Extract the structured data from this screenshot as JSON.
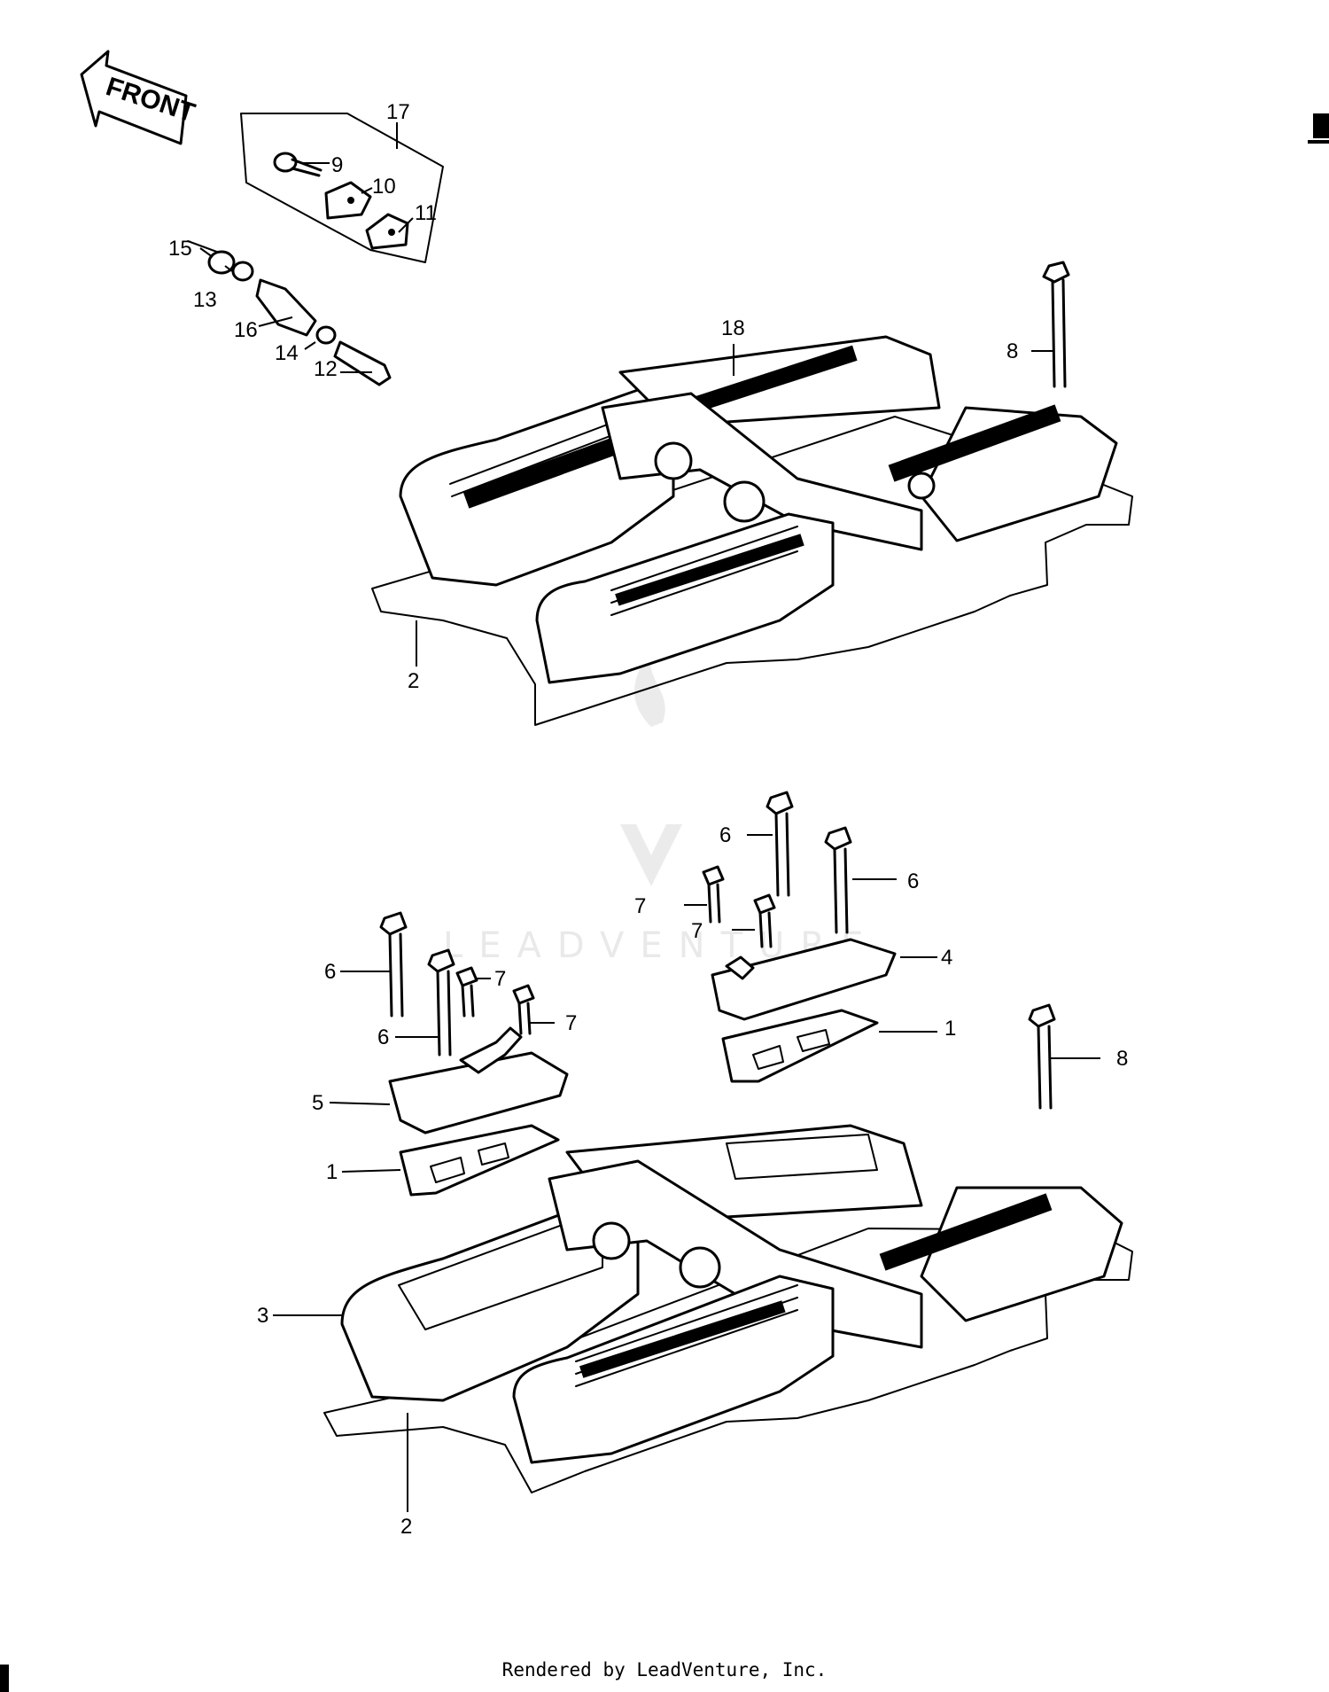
{
  "diagram": {
    "front_label": "FRONT",
    "watermark_text": "LEADVENTURE",
    "footer": "Rendered by LeadVenture, Inc.",
    "callouts": {
      "c17": "17",
      "c9": "9",
      "c10": "10",
      "c11": "11",
      "c15": "15",
      "c13": "13",
      "c16": "16",
      "c14": "14",
      "c12": "12",
      "c18": "18",
      "c8_top": "8",
      "c2_top": "2",
      "c6_a": "6",
      "c6_b": "6",
      "c6_c": "6",
      "c6_d": "6",
      "c7_a": "7",
      "c7_b": "7",
      "c7_c": "7",
      "c7_d": "7",
      "c4": "4",
      "c1_right": "1",
      "c8_bottom": "8",
      "c5": "5",
      "c1_left": "1",
      "c3": "3",
      "c2_bottom": "2"
    }
  }
}
